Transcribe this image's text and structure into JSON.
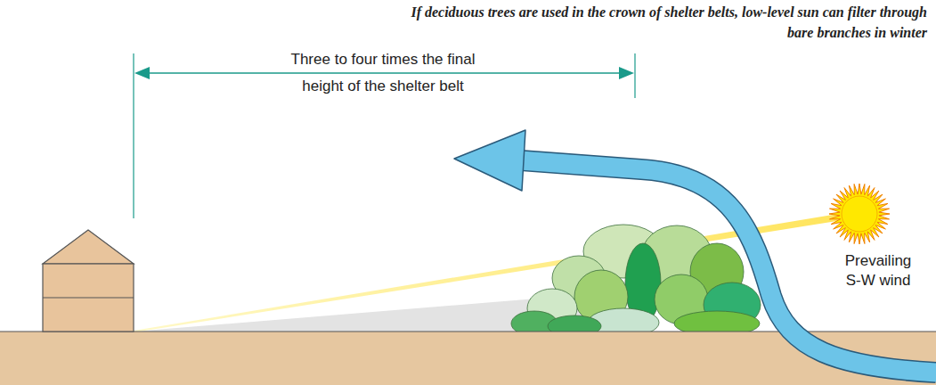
{
  "diagram": {
    "caption": "If deciduous trees are used in the crown of shelter belts, low-level sun can filter through bare branches in winter",
    "labels": [
      "Three to four times the final height of the shelter belt",
      "Prevailing S-W wind"
    ]
  }
}
